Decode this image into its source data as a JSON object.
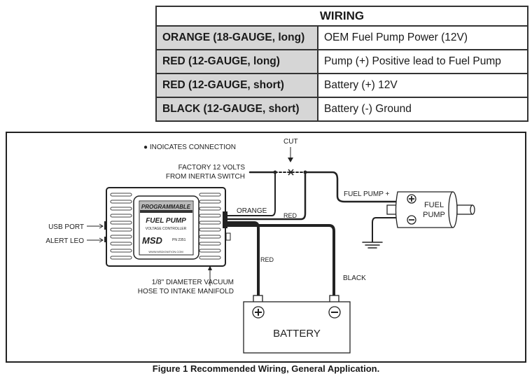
{
  "table": {
    "title": "WIRING",
    "rows": [
      {
        "wire": "ORANGE (18-GAUGE, long)",
        "connection": "OEM Fuel Pump Power (12V)"
      },
      {
        "wire": "RED (12-GAUGE, long)",
        "connection": "Pump (+) Positive lead to Fuel Pump"
      },
      {
        "wire": "RED (12-GAUGE, short)",
        "connection": "Battery (+) 12V"
      },
      {
        "wire": "BLACK (12-GAUGE, short)",
        "connection": "Battery (-) Ground"
      }
    ]
  },
  "diagram": {
    "legend": "● INOICATES CONNECTION",
    "cut": "CUT",
    "factory_1": "FACTORY 12 VOLTS",
    "factory_2": "FROM INERTIA SWITCH",
    "usb": "USB PORT",
    "alert": "ALERT LEO",
    "box_brand": "PROGRAMMABLE",
    "box_title": "FUEL PUMP",
    "box_sub": "VOLTAGE CONTROLLER",
    "box_logo": "MSD",
    "box_pn": "PN 2351",
    "box_url": "WWW.MSDIGNITION.COM",
    "orange": "ORANGE",
    "red_long": "RED",
    "red_short": "RED",
    "black": "BLACK",
    "fuel_pump_plus": "FUEL PUMP +",
    "pump_1": "FUEL",
    "pump_2": "PUMP",
    "vac_1": "1/8\" DIAMETER VACUUM",
    "vac_2": "HOSE TO INTAKE MANIFOLD",
    "battery": "BATTERY"
  },
  "caption": "Figure 1 Recommended Wiring, General Application."
}
